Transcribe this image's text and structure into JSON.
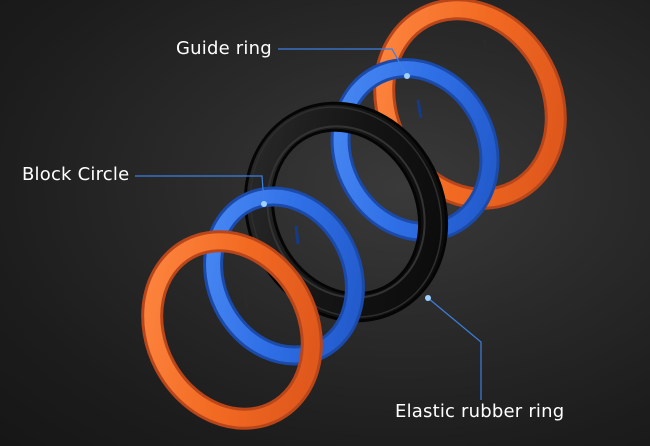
{
  "labels": {
    "guide_ring": "Guide ring",
    "block_circle": "Block Circle",
    "elastic_rubber_ring": "Elastic rubber ring"
  },
  "colors": {
    "orange_ring": "#f26a22",
    "blue_ring": "#2f6fe6",
    "rubber_ring": "#141414",
    "leader_line": "#3d7fe0",
    "label_text": "#ffffff"
  }
}
